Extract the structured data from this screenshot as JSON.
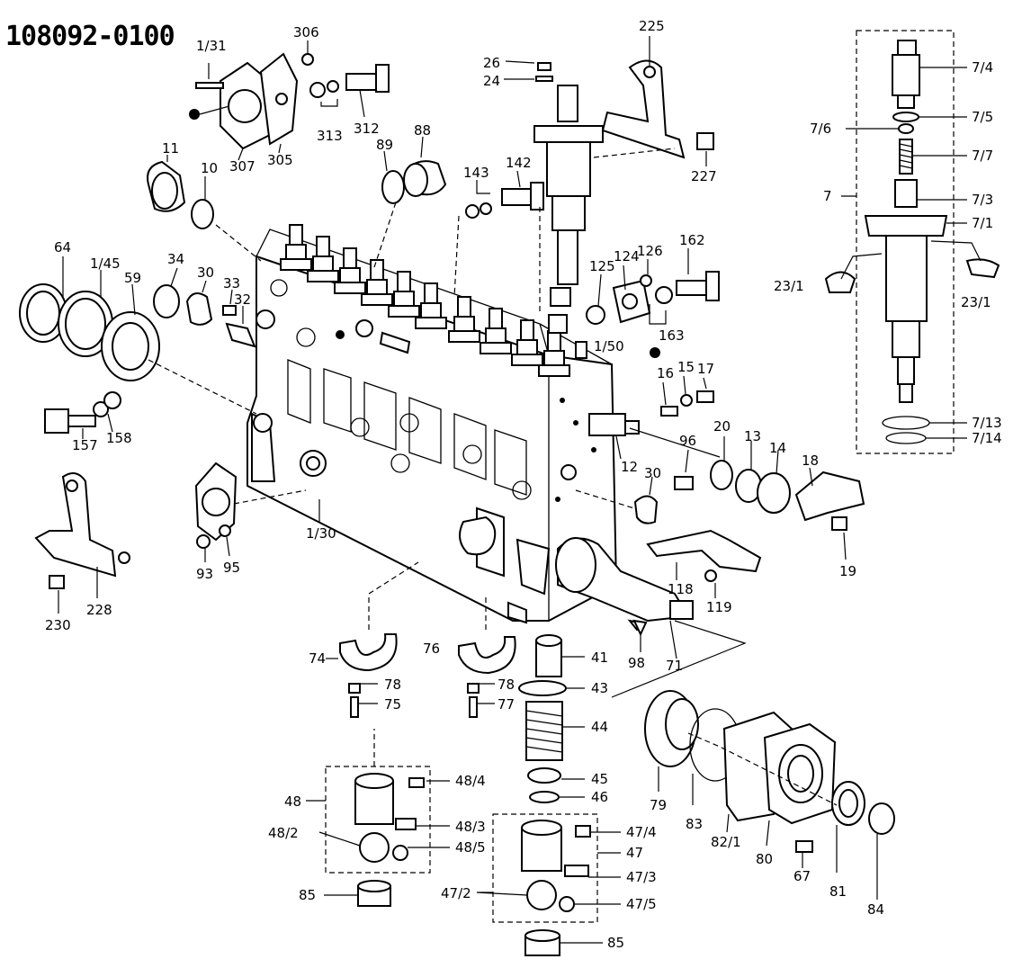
{
  "diagram": {
    "title": "108092-0100",
    "labels": [
      {
        "id": "p1_31",
        "text": "1/31"
      },
      {
        "id": "p306",
        "text": "306"
      },
      {
        "id": "p313",
        "text": "313"
      },
      {
        "id": "p312",
        "text": "312"
      },
      {
        "id": "p307",
        "text": "307"
      },
      {
        "id": "p305",
        "text": "305"
      },
      {
        "id": "p11",
        "text": "11"
      },
      {
        "id": "p10",
        "text": "10"
      },
      {
        "id": "p89",
        "text": "89"
      },
      {
        "id": "p88",
        "text": "88"
      },
      {
        "id": "p26",
        "text": "26"
      },
      {
        "id": "p24",
        "text": "24"
      },
      {
        "id": "p225",
        "text": "225"
      },
      {
        "id": "p227",
        "text": "227"
      },
      {
        "id": "p143",
        "text": "143"
      },
      {
        "id": "p142",
        "text": "142"
      },
      {
        "id": "p64",
        "text": "64"
      },
      {
        "id": "p1_45",
        "text": "1/45"
      },
      {
        "id": "p59",
        "text": "59"
      },
      {
        "id": "p34",
        "text": "34"
      },
      {
        "id": "p30a",
        "text": "30"
      },
      {
        "id": "p33",
        "text": "33"
      },
      {
        "id": "p32",
        "text": "32"
      },
      {
        "id": "p125",
        "text": "125"
      },
      {
        "id": "p124",
        "text": "124"
      },
      {
        "id": "p126",
        "text": "126"
      },
      {
        "id": "p162",
        "text": "162"
      },
      {
        "id": "p163",
        "text": "163"
      },
      {
        "id": "p1_50",
        "text": "1/50"
      },
      {
        "id": "p16",
        "text": "16"
      },
      {
        "id": "p15",
        "text": "15"
      },
      {
        "id": "p17",
        "text": "17"
      },
      {
        "id": "p157",
        "text": "157"
      },
      {
        "id": "p158",
        "text": "158"
      },
      {
        "id": "p12",
        "text": "12"
      },
      {
        "id": "p96",
        "text": "96"
      },
      {
        "id": "p20",
        "text": "20"
      },
      {
        "id": "p13",
        "text": "13"
      },
      {
        "id": "p14",
        "text": "14"
      },
      {
        "id": "p18",
        "text": "18"
      },
      {
        "id": "p30b",
        "text": "30"
      },
      {
        "id": "p19",
        "text": "19"
      },
      {
        "id": "p1_30",
        "text": "1/30"
      },
      {
        "id": "p93",
        "text": "93"
      },
      {
        "id": "p95",
        "text": "95"
      },
      {
        "id": "p118",
        "text": "118"
      },
      {
        "id": "p119",
        "text": "119"
      },
      {
        "id": "p230",
        "text": "230"
      },
      {
        "id": "p228",
        "text": "228"
      },
      {
        "id": "p74",
        "text": "74"
      },
      {
        "id": "p78a",
        "text": "78"
      },
      {
        "id": "p75",
        "text": "75"
      },
      {
        "id": "p76",
        "text": "76"
      },
      {
        "id": "p78b",
        "text": "78"
      },
      {
        "id": "p77",
        "text": "77"
      },
      {
        "id": "p41",
        "text": "41"
      },
      {
        "id": "p98",
        "text": "98"
      },
      {
        "id": "p71",
        "text": "71"
      },
      {
        "id": "p43",
        "text": "43"
      },
      {
        "id": "p44",
        "text": "44"
      },
      {
        "id": "p45",
        "text": "45"
      },
      {
        "id": "p46",
        "text": "46"
      },
      {
        "id": "p79",
        "text": "79"
      },
      {
        "id": "p83",
        "text": "83"
      },
      {
        "id": "p82_1",
        "text": "82/1"
      },
      {
        "id": "p80",
        "text": "80"
      },
      {
        "id": "p67",
        "text": "67"
      },
      {
        "id": "p81",
        "text": "81"
      },
      {
        "id": "p84",
        "text": "84"
      },
      {
        "id": "p48",
        "text": "48"
      },
      {
        "id": "p48_4",
        "text": "48/4"
      },
      {
        "id": "p48_2",
        "text": "48/2"
      },
      {
        "id": "p48_3",
        "text": "48/3"
      },
      {
        "id": "p48_5",
        "text": "48/5"
      },
      {
        "id": "p85a",
        "text": "85"
      },
      {
        "id": "p47_4",
        "text": "47/4"
      },
      {
        "id": "p47",
        "text": "47"
      },
      {
        "id": "p47_3",
        "text": "47/3"
      },
      {
        "id": "p47_2",
        "text": "47/2"
      },
      {
        "id": "p47_5",
        "text": "47/5"
      },
      {
        "id": "p85b",
        "text": "85"
      },
      {
        "id": "p7_4",
        "text": "7/4"
      },
      {
        "id": "p7_5",
        "text": "7/5"
      },
      {
        "id": "p7_6",
        "text": "7/6"
      },
      {
        "id": "p7_7",
        "text": "7/7"
      },
      {
        "id": "p7",
        "text": "7"
      },
      {
        "id": "p7_3",
        "text": "7/3"
      },
      {
        "id": "p7_1",
        "text": "7/1"
      },
      {
        "id": "p23_1a",
        "text": "23/1"
      },
      {
        "id": "p23_1b",
        "text": "23/1"
      },
      {
        "id": "p7_13",
        "text": "7/13"
      },
      {
        "id": "p7_14",
        "text": "7/14"
      }
    ]
  }
}
